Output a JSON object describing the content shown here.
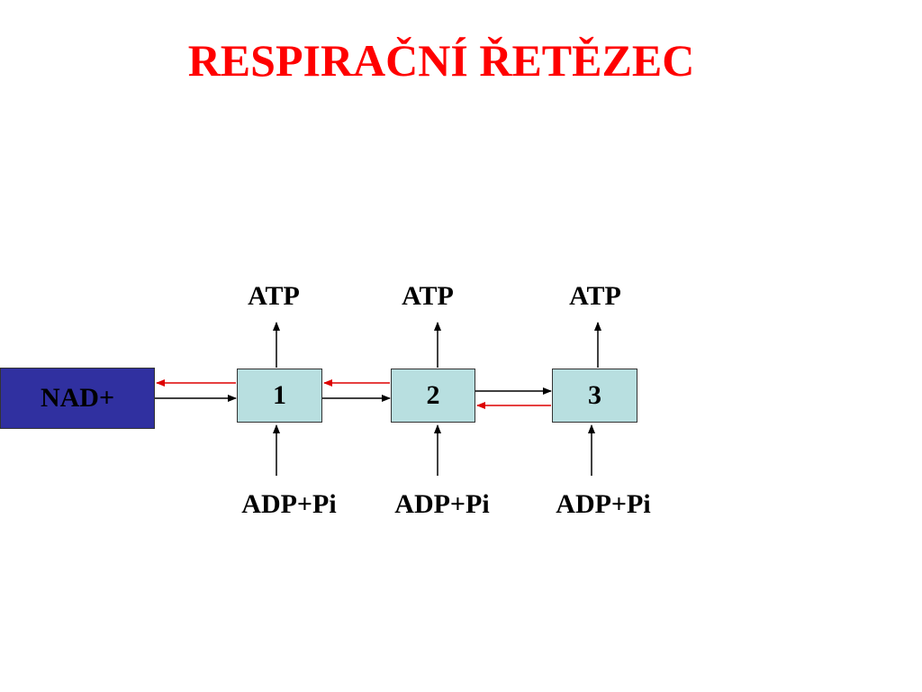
{
  "title": "RESPIRAČNÍ ŘETĚZEC",
  "colors": {
    "title": "#ff0000",
    "nad_box": "#3030a0",
    "complex_box": "#b8dfe0",
    "forward_arrow": "#000000",
    "back_arrow": "#dd0000"
  },
  "nad": {
    "label": "NAD+"
  },
  "complexes": [
    {
      "label": "1",
      "top_label": "ATP",
      "bottom_label": "ADP+Pi"
    },
    {
      "label": "2",
      "top_label": "ATP",
      "bottom_label": "ADP+Pi"
    },
    {
      "label": "3",
      "top_label": "ATP",
      "bottom_label": "ADP+Pi"
    }
  ]
}
